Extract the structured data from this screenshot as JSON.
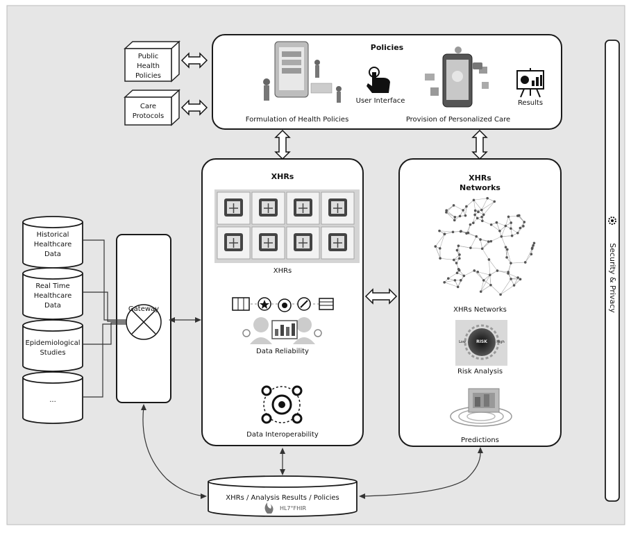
{
  "policies": {
    "title": "Policies",
    "formulation_label": "Formulation of Health Policies",
    "user_interface_label": "User Interface",
    "personalized_care_label": "Provision of Personalized Care",
    "results_label": "Results"
  },
  "inputs": {
    "public_health_policies": [
      "Public",
      "Health",
      "Policies"
    ],
    "care_protocols": [
      "Care",
      "Protocols"
    ]
  },
  "xhrs": {
    "title": "XHRs",
    "grid_label": "XHRs",
    "reliability_label": "Data Reliability",
    "interoperability_label": "Data Interoperability"
  },
  "networks": {
    "title_line1": "XHRs",
    "title_line2": "Networks",
    "network_label": "XHRs Networks",
    "risk_label": "Risk Analysis",
    "risk_badge": "RISK",
    "risk_low": "Low",
    "risk_high": "High",
    "predictions_label": "Predictions"
  },
  "sources": [
    {
      "lines": [
        "Historical",
        "Healthcare",
        "Data"
      ]
    },
    {
      "lines": [
        "Real Time",
        "Healthcare",
        "Data"
      ]
    },
    {
      "lines": [
        "Epidemiological",
        "Studies"
      ]
    },
    {
      "lines": [
        "..."
      ]
    }
  ],
  "gateway": {
    "label": "Gateway"
  },
  "storage": {
    "label": "XHRs  / Analysis Results / Policies",
    "standard": "HL7°FHIR"
  },
  "sidebar": {
    "label": "Security & Privacy",
    "icon": "gear-icon"
  },
  "colors": {
    "background": "#e6e6e6",
    "panel": "#ffffff",
    "stroke": "#1a1a1a",
    "tile": "#cfcfcf"
  }
}
